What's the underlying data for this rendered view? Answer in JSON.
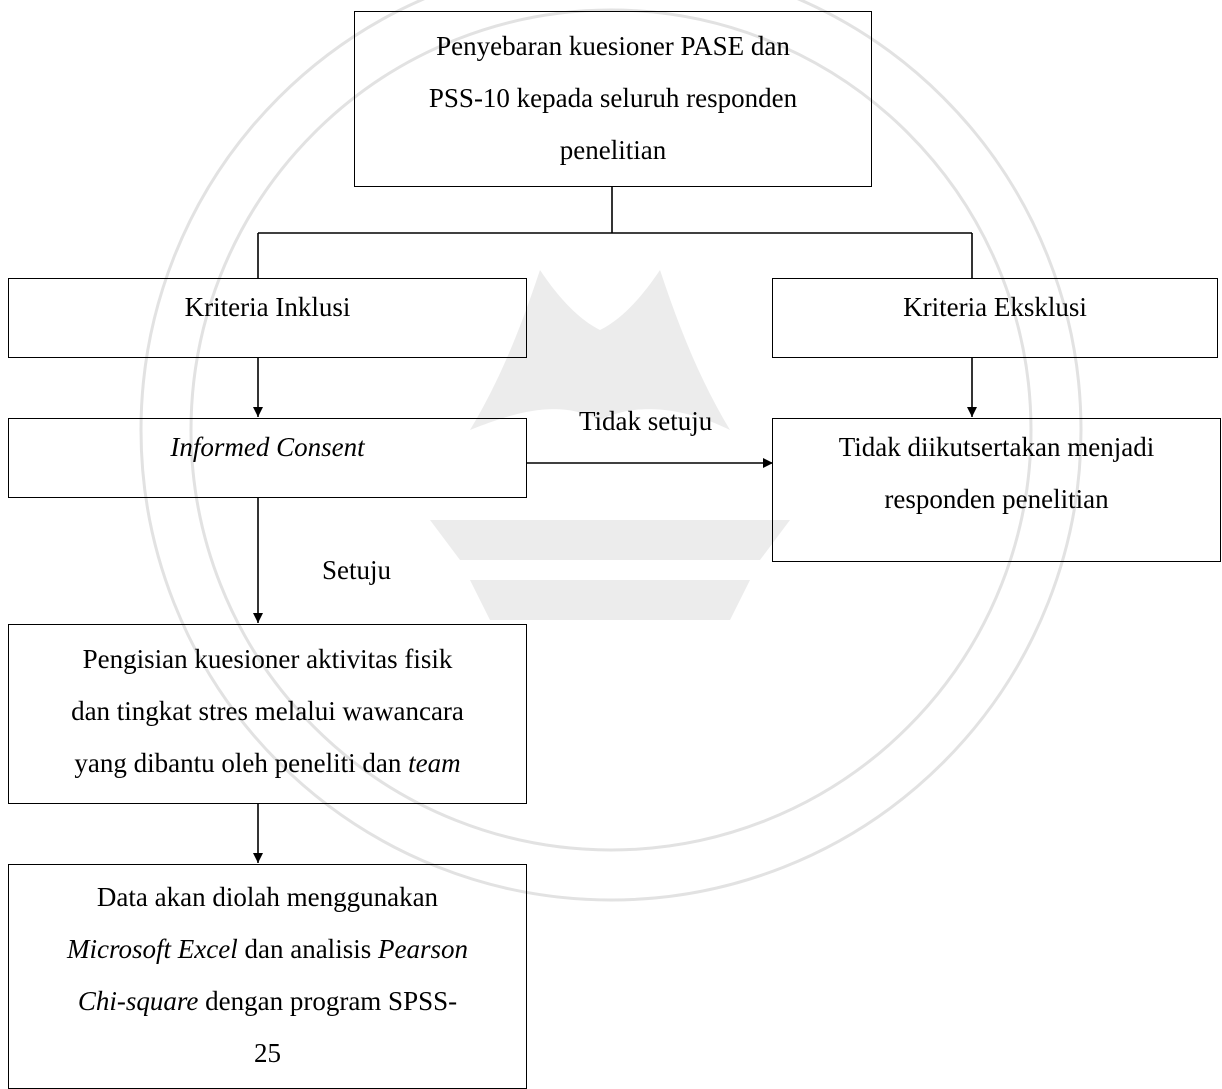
{
  "colors": {
    "line": "#000000",
    "watermark": "#d9d9d9"
  },
  "nodes": {
    "distribution": {
      "lines": [
        [
          {
            "t": "Penyebaran kuesioner PASE dan"
          }
        ],
        [
          {
            "t": "PSS-10 kepada seluruh responden"
          }
        ],
        [
          {
            "t": "penelitian"
          }
        ]
      ]
    },
    "inclusion": {
      "lines": [
        [
          {
            "t": "Kriteria Inklusi"
          }
        ]
      ]
    },
    "exclusion": {
      "lines": [
        [
          {
            "t": "Kriteria Eksklusi"
          }
        ]
      ]
    },
    "consent": {
      "lines": [
        [
          {
            "t": "Informed Consent",
            "i": true
          }
        ]
      ]
    },
    "not_included": {
      "lines": [
        [
          {
            "t": "Tidak diikutsertakan menjadi"
          }
        ],
        [
          {
            "t": "responden penelitian"
          }
        ]
      ]
    },
    "filling": {
      "lines": [
        [
          {
            "t": "Pengisian kuesioner aktivitas fisik"
          }
        ],
        [
          {
            "t": "dan tingkat stres melalui wawancara"
          }
        ],
        [
          {
            "t": "yang dibantu oleh peneliti dan "
          },
          {
            "t": "team",
            "i": true
          }
        ]
      ]
    },
    "analysis": {
      "lines": [
        [
          {
            "t": "Data akan diolah menggunakan"
          }
        ],
        [
          {
            "t": "Microsoft Excel",
            "i": true
          },
          {
            "t": " dan analisis "
          },
          {
            "t": "Pearson",
            "i": true
          }
        ],
        [
          {
            "t": "Chi-square",
            "i": true
          },
          {
            "t": " dengan program SPSS-"
          }
        ],
        [
          {
            "t": "25"
          }
        ]
      ]
    }
  },
  "edge_labels": {
    "disagree": "Tidak setuju",
    "agree": "Setuju"
  }
}
